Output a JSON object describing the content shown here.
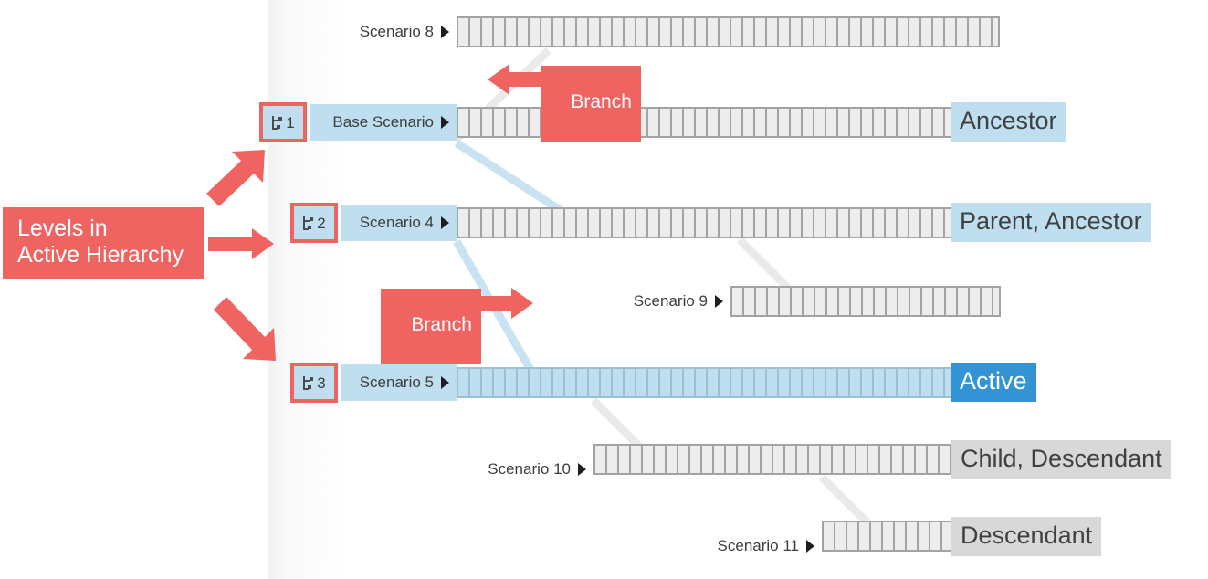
{
  "annotations": {
    "levels_label": "Levels in\nActive Hierarchy",
    "branch_label_top": "Branch",
    "branch_label_mid": "Branch"
  },
  "levels": [
    {
      "icon": "hierarchy-level-icon",
      "number": "1"
    },
    {
      "icon": "hierarchy-level-icon",
      "number": "2"
    },
    {
      "icon": "hierarchy-level-icon",
      "number": "3"
    }
  ],
  "rows": [
    {
      "name": "Scenario 8",
      "role": "",
      "highlighted": false,
      "active": false
    },
    {
      "name": "Base Scenario",
      "role": "Ancestor",
      "highlighted": true,
      "active": false
    },
    {
      "name": "Scenario 4",
      "role": "Parent, Ancestor",
      "highlighted": true,
      "active": false
    },
    {
      "name": "Scenario 9",
      "role": "",
      "highlighted": false,
      "active": false
    },
    {
      "name": "Scenario 5",
      "role": "Active",
      "highlighted": true,
      "active": true
    },
    {
      "name": "Scenario 10",
      "role": "Child, Descendant",
      "highlighted": false,
      "active": false
    },
    {
      "name": "Scenario 11",
      "role": "Descendant",
      "highlighted": false,
      "active": false
    }
  ],
  "icons": {
    "expand_triangle": "play-triangle-icon",
    "arrow_up_right": "arrow-up-right-icon",
    "arrow_right": "arrow-right-icon",
    "arrow_down_right": "arrow-down-right-icon",
    "arrow_left": "arrow-left-icon",
    "arrow_right_small": "arrow-right-icon"
  },
  "colors": {
    "accent_red": "#ef6461",
    "active_blue": "#3294d5",
    "light_blue": "#bfdff0",
    "bar_grey": "#ededed",
    "bar_border": "#a3a3a3",
    "tag_grey": "#d8d8d8"
  }
}
